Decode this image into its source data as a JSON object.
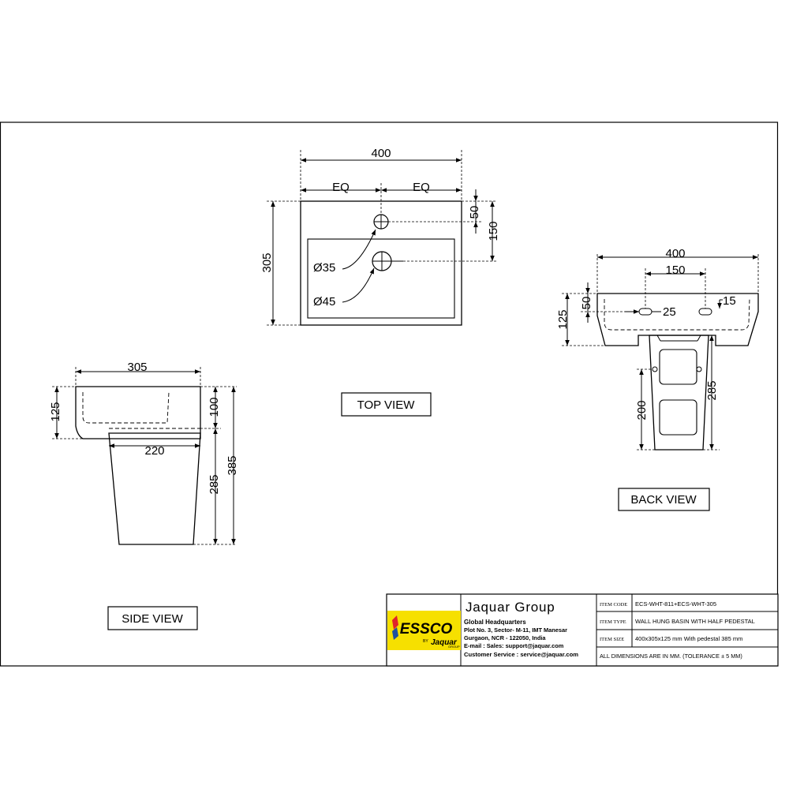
{
  "views": {
    "top": "TOP VIEW",
    "side": "SIDE VIEW",
    "back": "BACK VIEW"
  },
  "top_dims": {
    "width": "400",
    "eq_left": "EQ",
    "eq_right": "EQ",
    "depth": "305",
    "tap_offset": "50",
    "waste_offset": "150",
    "tap_hole": "Ø35",
    "waste_hole": "Ø45"
  },
  "side_dims": {
    "depth": "305",
    "basin_height": "125",
    "front_height": "100",
    "pedestal_depth": "220",
    "pedestal_height": "285",
    "total_height": "385"
  },
  "back_dims": {
    "width": "400",
    "fixing_spacing": "150",
    "basin_height": "125",
    "fixing_height": "50",
    "slot_length": "25",
    "slot_width": "15",
    "pedestal_height": "285",
    "pedestal_fixing": "200"
  },
  "title_block": {
    "logo_main": "ESSCO",
    "logo_by": "BY",
    "logo_brand": "Jaquar",
    "logo_group": "GROUP",
    "company": "Jaquar Group",
    "hq": "Global Headquarters",
    "address_1": "Plot No. 3, Sector- M-11, IMT Manesar",
    "address_2": "Gurgaon, NCR - 122050, India",
    "email": "E-mail :  Sales:  support@jaquar.com",
    "service": "Customer Service  :  service@jaquar.com",
    "code_label": "ITEM CODE",
    "code_value": "ECS-WHT-811+ECS-WHT-305",
    "type_label": "ITEM TYPE",
    "type_value": "WALL HUNG BASIN WITH HALF PEDESTAL",
    "size_label": "ITEM SIZE",
    "size_value": "400x305x125 mm With pedestal 385 mm",
    "note": "ALL DIMENSIONS ARE IN MM. (TOLERANCE ± 5 MM)"
  },
  "colors": {
    "line": "#000000",
    "logo_yellow": "#f6e000",
    "logo_red": "#e0232b",
    "logo_blue": "#1e4fa0"
  }
}
